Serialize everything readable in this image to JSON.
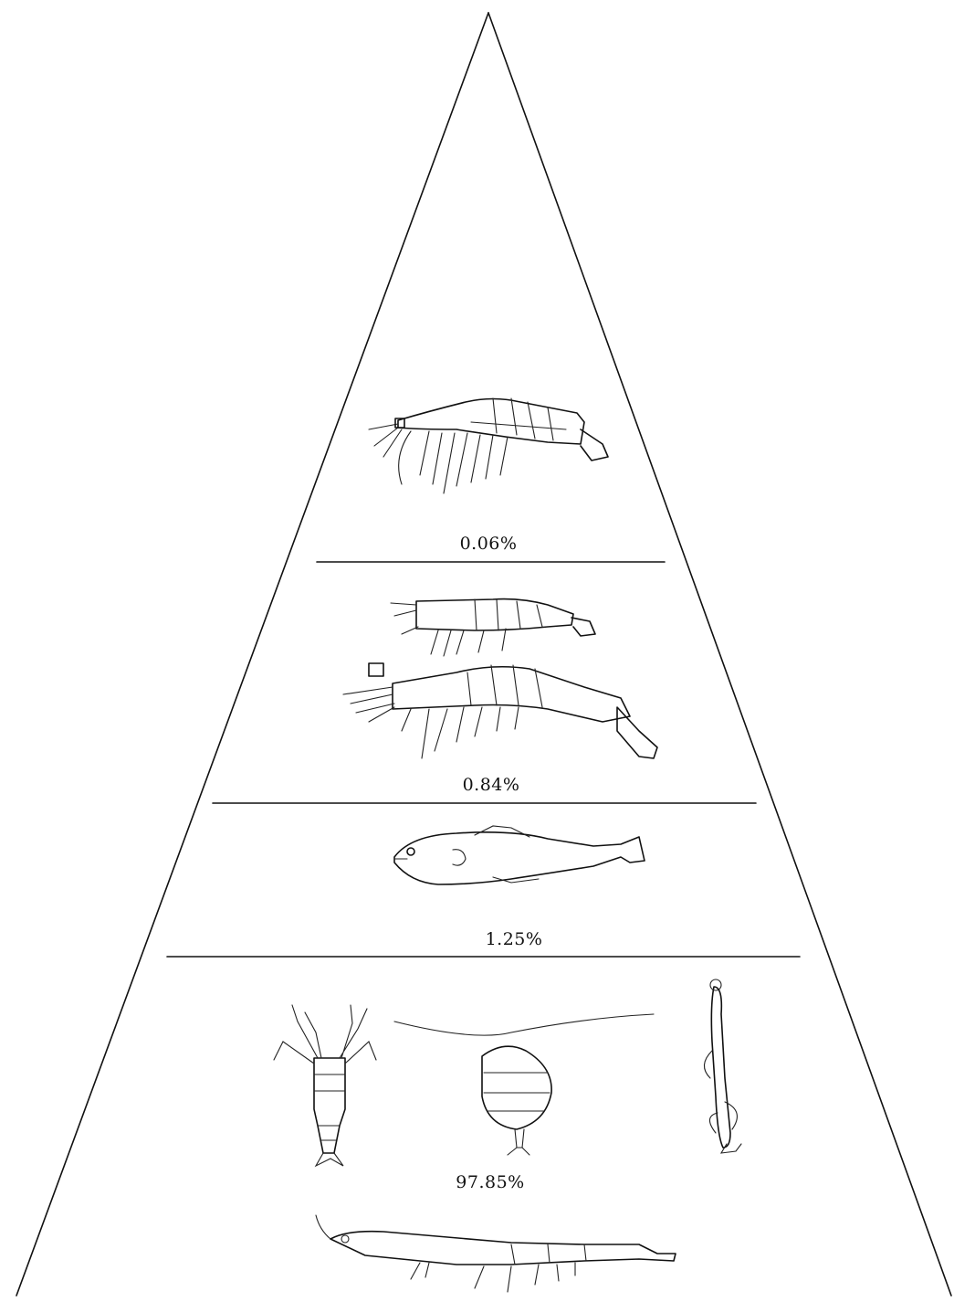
{
  "diagram": {
    "type": "pyramid",
    "colors": {
      "ink": "#111111",
      "background": "#ffffff"
    },
    "tiers": [
      {
        "tier": "apex",
        "percentage_label": "0.06%",
        "value_percent": 0.06,
        "organisms": [
          "shrimp-drawing"
        ]
      },
      {
        "tier": "upper-middle",
        "percentage_label": "0.84%",
        "value_percent": 0.84,
        "organisms": [
          "small-shrimp-drawing",
          "large-shrimp-drawing"
        ]
      },
      {
        "tier": "lower-middle",
        "percentage_label": "1.25%",
        "value_percent": 1.25,
        "organisms": [
          "fish-drawing"
        ]
      },
      {
        "tier": "base",
        "percentage_label": "97.85%",
        "value_percent": 97.85,
        "organisms": [
          "copepod-drawing",
          "cladoceran-drawing",
          "arrow-worm-drawing",
          "larval-crustacean-drawing"
        ]
      }
    ]
  }
}
